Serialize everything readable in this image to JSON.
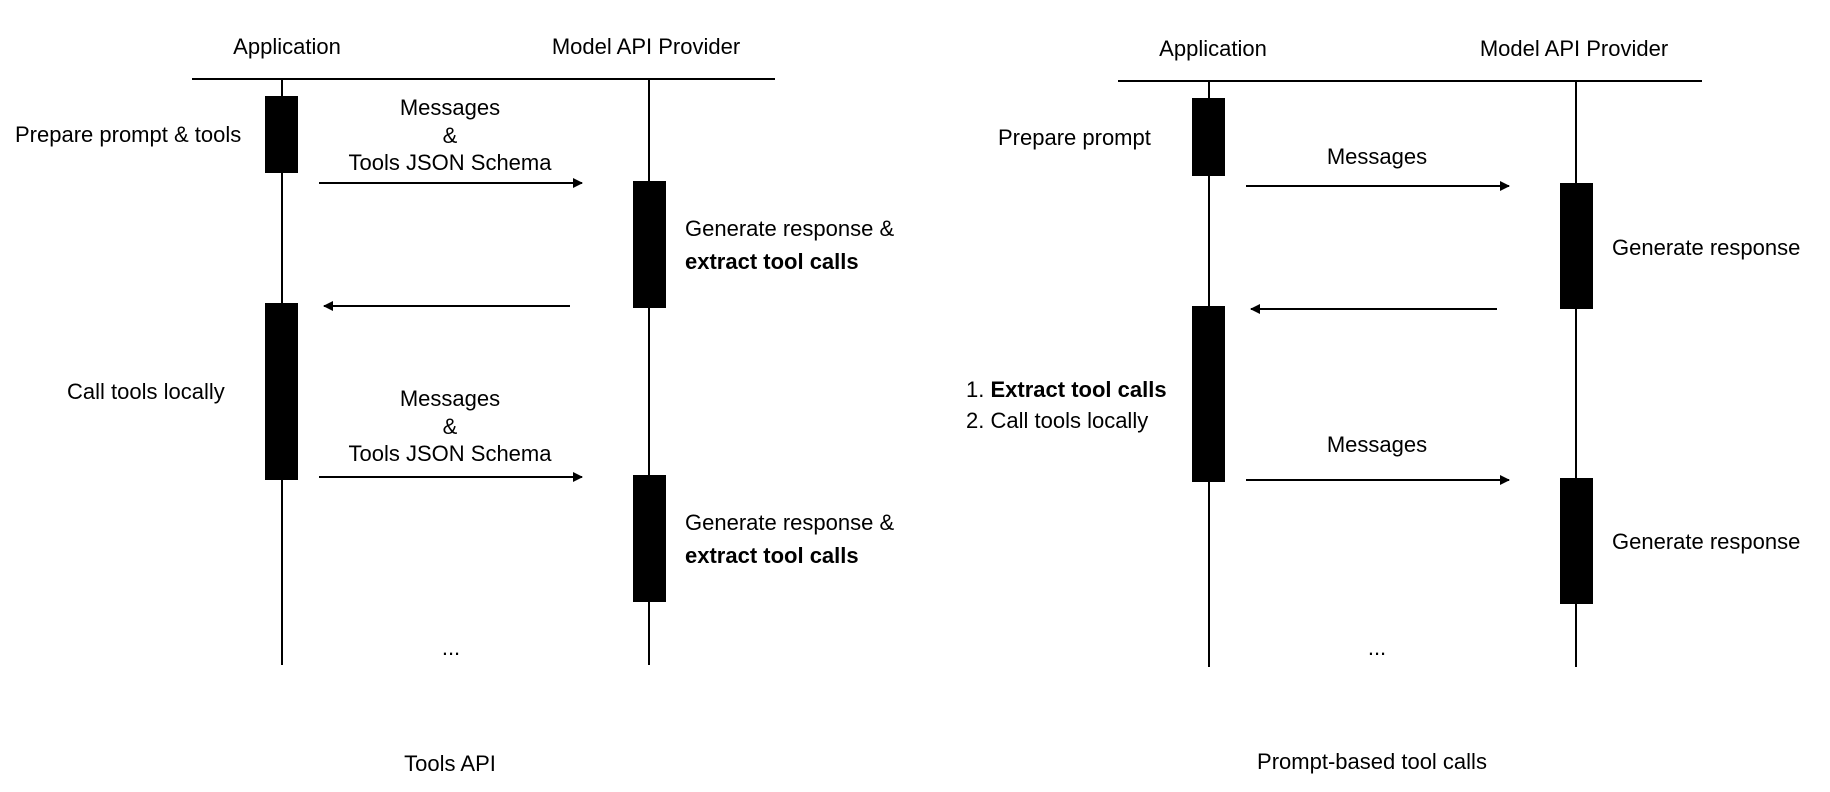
{
  "colors": {
    "ink": "#000000",
    "background": "#ffffff"
  },
  "diagrams": [
    {
      "caption": "Tools API",
      "participants": [
        "Application",
        "Model API Provider"
      ],
      "steps": [
        {
          "actor": "Application",
          "label": "Prepare prompt & tools"
        },
        {
          "from": "Application",
          "to": "Model API Provider",
          "label_lines": [
            "Messages",
            "&",
            "Tools JSON Schema"
          ]
        },
        {
          "actor": "Model API Provider",
          "label_lines": [
            "Generate response &",
            "extract tool calls"
          ],
          "bold_line": 1
        },
        {
          "from": "Model API Provider",
          "to": "Application",
          "label_lines": []
        },
        {
          "actor": "Application",
          "label": "Call tools locally"
        },
        {
          "from": "Application",
          "to": "Model API Provider",
          "label_lines": [
            "Messages",
            "&",
            "Tools JSON Schema"
          ]
        },
        {
          "actor": "Model API Provider",
          "label_lines": [
            "Generate response &",
            "extract tool calls"
          ],
          "bold_line": 1
        }
      ],
      "continuation": "..."
    },
    {
      "caption": "Prompt-based tool calls",
      "participants": [
        "Application",
        "Model API Provider"
      ],
      "steps": [
        {
          "actor": "Application",
          "label": "Prepare prompt"
        },
        {
          "from": "Application",
          "to": "Model API Provider",
          "label_lines": [
            "Messages"
          ]
        },
        {
          "actor": "Model API Provider",
          "label": "Generate response"
        },
        {
          "from": "Model API Provider",
          "to": "Application",
          "label_lines": []
        },
        {
          "actor": "Application",
          "list_items": [
            {
              "num": "1.",
              "text": "Extract tool calls",
              "bold": true
            },
            {
              "num": "2.",
              "text": "Call tools locally",
              "bold": false
            }
          ]
        },
        {
          "from": "Application",
          "to": "Model API Provider",
          "label_lines": [
            "Messages"
          ]
        },
        {
          "actor": "Model API Provider",
          "label": "Generate response"
        }
      ],
      "continuation": "..."
    }
  ]
}
